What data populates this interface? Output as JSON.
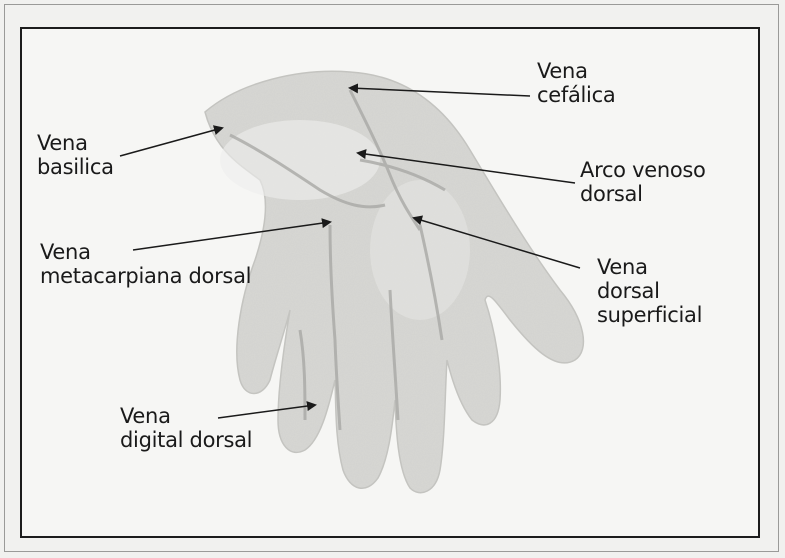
{
  "labels": {
    "cefalica": {
      "line1": "Vena",
      "line2": "cefálica"
    },
    "basilica": {
      "line1": "Vena",
      "line2": "basilica"
    },
    "arco": {
      "line1": "Arco venoso",
      "line2": "dorsal"
    },
    "metacarpiana": {
      "line1": "Vena",
      "line2": "metacarpiana dorsal"
    },
    "dorsal_superficial": {
      "line1": "Vena",
      "line2": "dorsal",
      "line3": "superficial"
    },
    "digital": {
      "line1": "Vena",
      "line2": "digital dorsal"
    }
  }
}
